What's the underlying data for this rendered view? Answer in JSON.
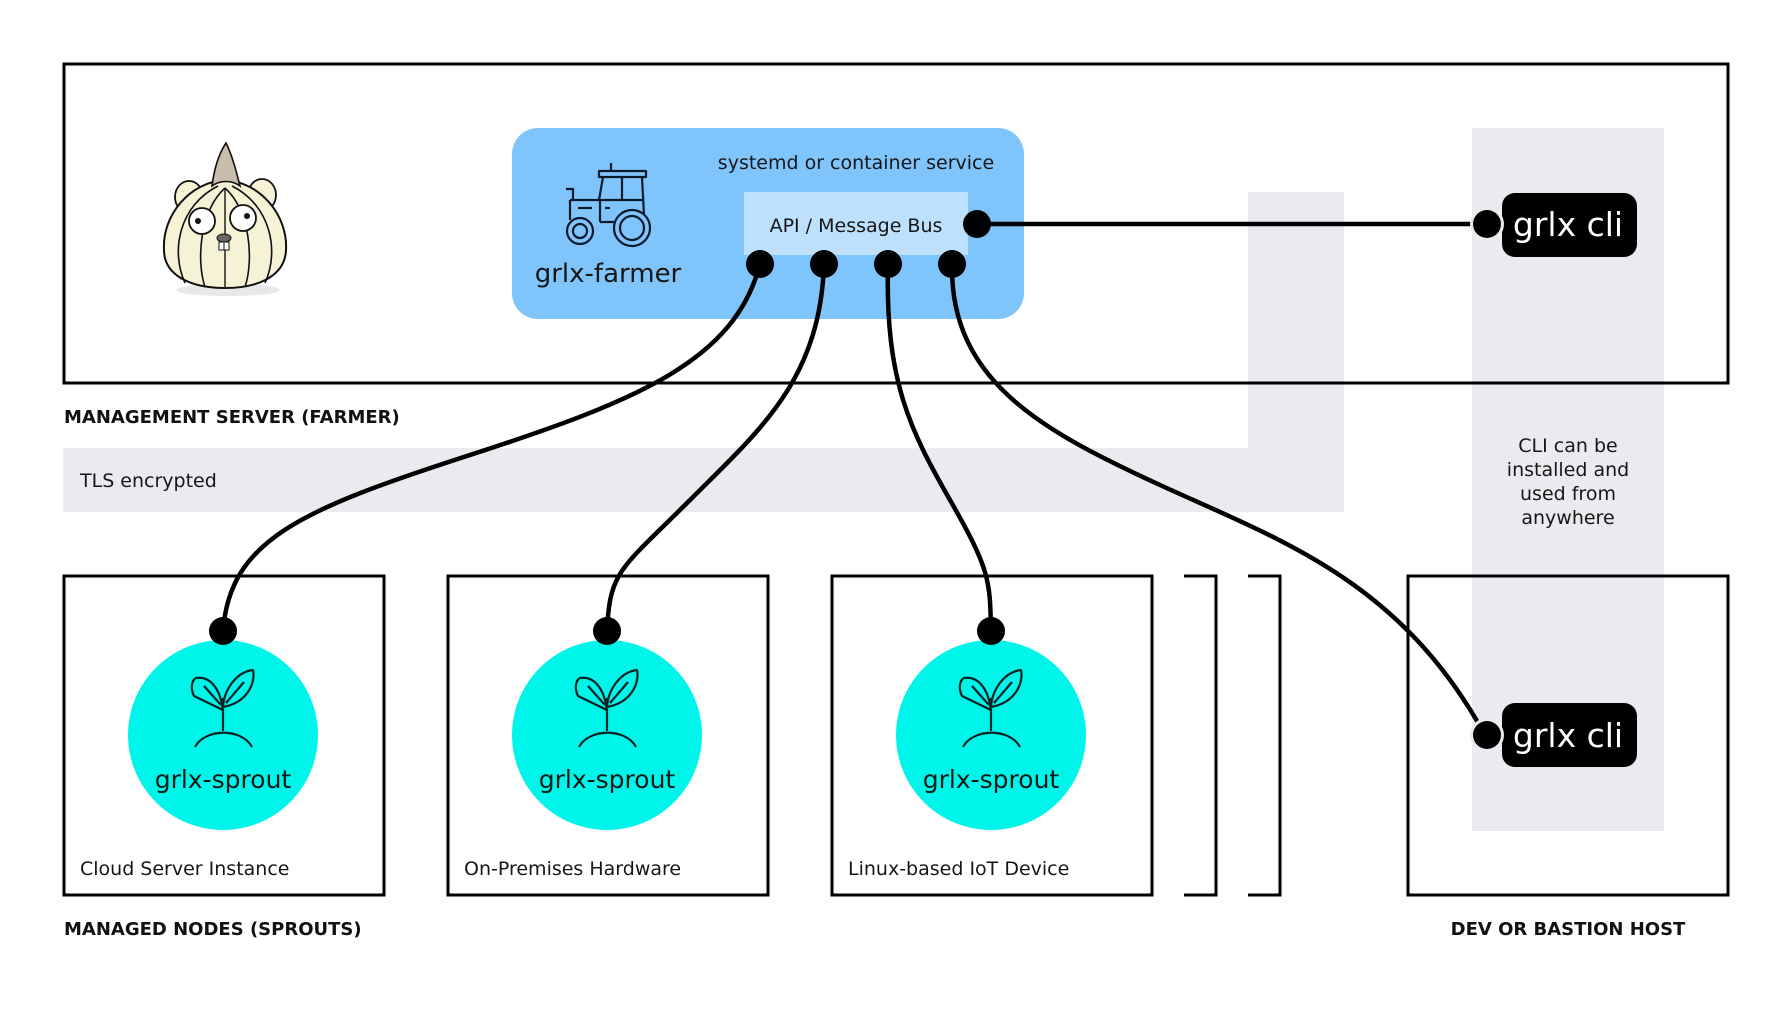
{
  "management_server": {
    "section_label": "MANAGEMENT SERVER (FARMER)",
    "mascot": "garlic-gopher-mascot",
    "farmer": {
      "service_label": "systemd or container service",
      "name": "grlx-farmer",
      "icon": "tractor-icon",
      "bus_label": "API / Message Bus"
    }
  },
  "tls_band": {
    "label": "TLS encrypted"
  },
  "cli_note": {
    "lines": [
      "CLI can be",
      "installed and",
      "used from",
      "anywhere"
    ]
  },
  "cli_nodes": [
    {
      "label": "grlx cli"
    },
    {
      "label": "grlx cli"
    }
  ],
  "managed_nodes": {
    "section_label": "MANAGED NODES (SPROUTS)",
    "nodes": [
      {
        "sprout_label": "grlx-sprout",
        "host_label": "Cloud Server Instance",
        "icon": "sprout-icon"
      },
      {
        "sprout_label": "grlx-sprout",
        "host_label": "On-Premises Hardware",
        "icon": "sprout-icon"
      },
      {
        "sprout_label": "grlx-sprout",
        "host_label": "Linux-based IoT Device",
        "icon": "sprout-icon"
      }
    ]
  },
  "dev_host": {
    "section_label": "DEV OR BASTION HOST"
  },
  "colors": {
    "farmer_box": "#80c4fc",
    "bus_box": "#bde1fd",
    "sprout": "#00f5ea",
    "band": "#e9ebee",
    "line": "#000000"
  }
}
